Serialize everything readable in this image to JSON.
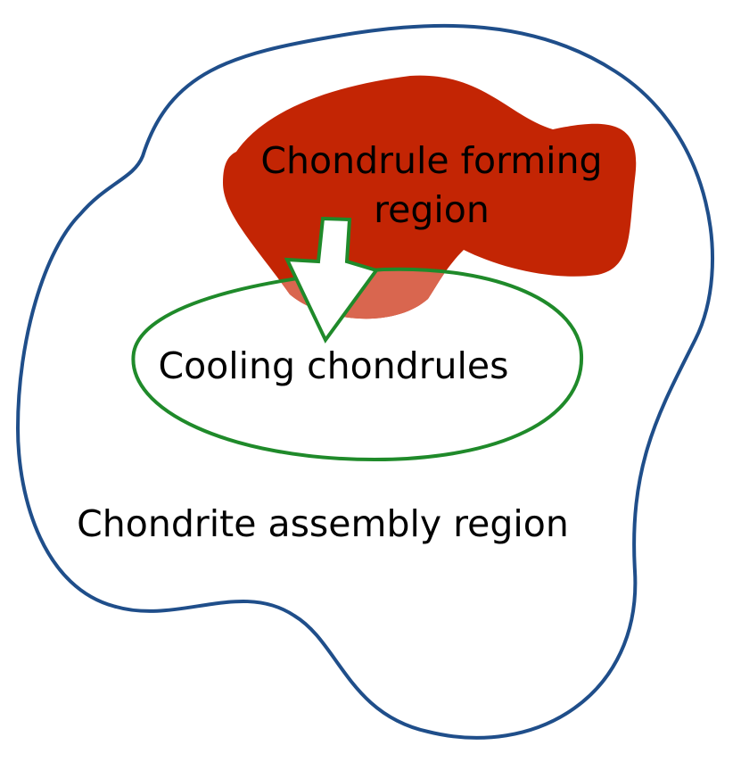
{
  "diagram": {
    "regions": {
      "forming": {
        "label_line1": "Chondrule forming",
        "label_line2": "region"
      },
      "cooling": {
        "label": "Cooling chondrules"
      },
      "assembly": {
        "label": "Chondrite assembly region"
      }
    },
    "colors": {
      "assembly_outline": "#1f4e8a",
      "forming_fill": "#c32504",
      "overlap_fill": "#d9664f",
      "cooling_outline": "#1f8a2a",
      "arrow_fill": "#ffffff",
      "arrow_outline": "#1f8a2a",
      "text": "#000000"
    }
  }
}
